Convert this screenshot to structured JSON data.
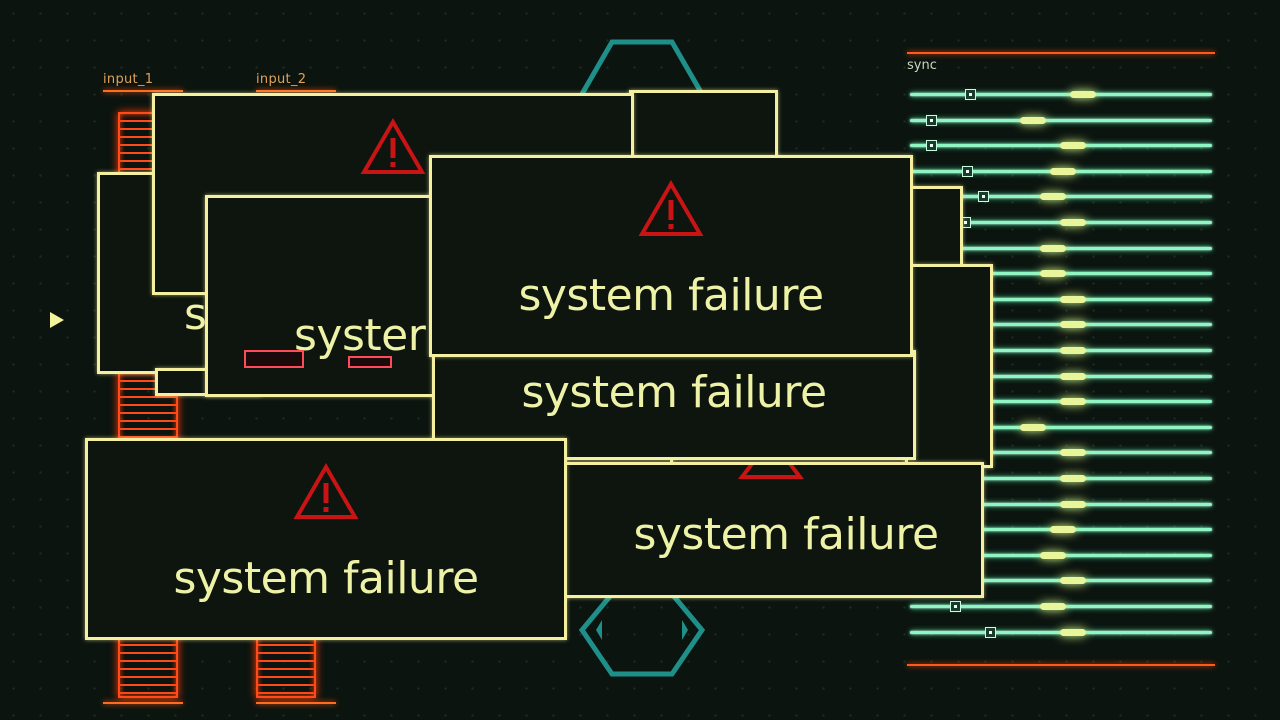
{
  "inputs": [
    {
      "label": "input_1"
    },
    {
      "label": "input_2"
    }
  ],
  "sync": {
    "label": "sync"
  },
  "dialogs": {
    "message": "system failure",
    "fragment_left": "s",
    "fragment_mid": "syster",
    "fragment_e": "e",
    "icon": "warning-triangle-icon"
  },
  "colors": {
    "dialog_border": "#f5f0a0",
    "dialog_text": "#eef2a6",
    "warning_red": "#c81414",
    "ladder_orange": "#ff4b1a",
    "wire_green": "#8ff6c3",
    "hex_teal": "#1f8f8a"
  }
}
